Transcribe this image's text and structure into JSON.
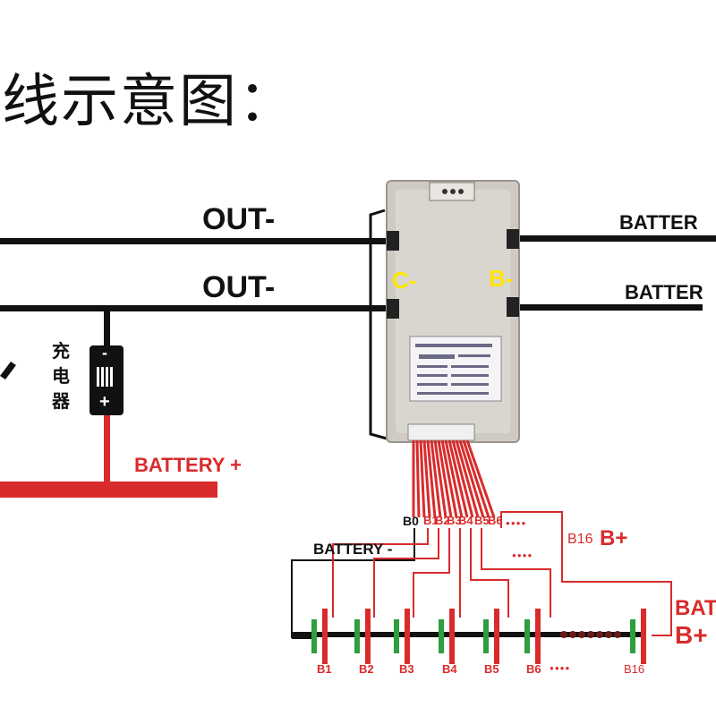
{
  "title": "线示意图：",
  "wires": {
    "out1": "OUT-",
    "out2": "OUT-",
    "battery_right_1": "BATTER",
    "battery_right_2": "BATTER",
    "battery_plus": "BATTERY +",
    "battery_minus": "BATTERY -",
    "bat_right_partial": "BAT",
    "b_plus_right": "B+"
  },
  "board": {
    "c_minus": "C-",
    "b_minus": "B-"
  },
  "charger": {
    "label_chars": [
      "充",
      "电",
      "器"
    ],
    "minus": "-",
    "plus": "+"
  },
  "taps": [
    "B0",
    "B1",
    "B2",
    "B3",
    "B4",
    "B5",
    "B6"
  ],
  "tap_dots": "●●●●",
  "b16_top": "B16",
  "b16_top_plus": "B+",
  "cells": [
    "B1",
    "B2",
    "B3",
    "B4",
    "B5",
    "B6"
  ],
  "cell_dots": "●●●●",
  "cell_last": "B16",
  "colors": {
    "wire_black": "#111111",
    "wire_red": "#d92b2b",
    "board": "#cfcac3",
    "label_yellow": "#ffe600",
    "cell_green": "#2e9e3e",
    "cell_red": "#d92b2b"
  }
}
